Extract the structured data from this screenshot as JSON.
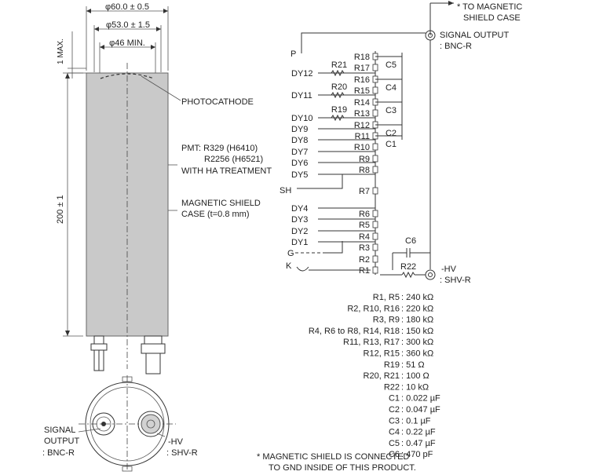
{
  "dimensions": {
    "outer_dia": "φ60.0 ± 0.5",
    "shield_dia": "φ53.0 ± 1.5",
    "min_dia": "φ46 MIN.",
    "top_max": "1 MAX.",
    "length": "200 ± 1"
  },
  "callouts": {
    "photocathode": "PHOTOCATHODE",
    "pmt_line1": "PMT: R329 (H6410)",
    "pmt_line2": "R2256 (H6521)",
    "pmt_line3": "WITH HA TREATMENT",
    "shield_line1": "MAGNETIC SHIELD",
    "shield_line2": "CASE (t=0.8 mm)"
  },
  "bottom_view": {
    "signal_line1": "SIGNAL",
    "signal_line2": "OUTPUT",
    "signal_line3": ": BNC-R",
    "hv_line1": "-HV",
    "hv_line2": ": SHV-R"
  },
  "circuit": {
    "to_shield_line1": "* TO MAGNETIC",
    "to_shield_line2": "SHIELD CASE",
    "signal_out_line1": "SIGNAL OUTPUT",
    "signal_out_line2": ": BNC-R",
    "hv_line1": "-HV",
    "hv_line2": ": SHV-R",
    "P": "P",
    "SH": "SH",
    "G": "G",
    "K": "K",
    "dynodes": [
      "DY12",
      "DY11",
      "DY10",
      "DY9",
      "DY8",
      "DY7",
      "DY6",
      "DY5",
      "DY4",
      "DY3",
      "DY2",
      "DY1"
    ],
    "resistors": [
      "R18",
      "R17",
      "R16",
      "R15",
      "R14",
      "R13",
      "R12",
      "R11",
      "R10",
      "R9",
      "R8",
      "R7",
      "R6",
      "R5",
      "R4",
      "R3",
      "R2",
      "R1"
    ],
    "series_resistors": [
      "R21",
      "R20",
      "R19"
    ],
    "capacitors": [
      "C5",
      "C4",
      "C3",
      "C2",
      "C1"
    ],
    "c6": "C6",
    "r22": "R22"
  },
  "values": [
    {
      "name": "R1, R5",
      "value": ": 240 kΩ"
    },
    {
      "name": "R2, R10, R16",
      "value": ": 220 kΩ"
    },
    {
      "name": "R3, R9",
      "value": ": 180 kΩ"
    },
    {
      "name": "R4, R6 to R8, R14, R18",
      "value": ": 150 kΩ"
    },
    {
      "name": "R11, R13, R17",
      "value": ": 300 kΩ"
    },
    {
      "name": "R12, R15",
      "value": ": 360 kΩ"
    },
    {
      "name": "R19",
      "value": ": 51 Ω"
    },
    {
      "name": "R20, R21",
      "value": ": 100 Ω"
    },
    {
      "name": "R22",
      "value": ": 10 kΩ"
    },
    {
      "name": "C1",
      "value": ": 0.022 µF"
    },
    {
      "name": "C2",
      "value": ": 0.047 µF"
    },
    {
      "name": "C3",
      "value": ": 0.1 µF"
    },
    {
      "name": "C4",
      "value": ": 0.22 µF"
    },
    {
      "name": "C5",
      "value": ": 0.47 µF"
    },
    {
      "name": "C6",
      "value": ": 470 pF"
    }
  ],
  "note_line1": "*  MAGNETIC SHIELD IS CONNECTED",
  "note_line2": "TO GND INSIDE OF THIS PRODUCT."
}
